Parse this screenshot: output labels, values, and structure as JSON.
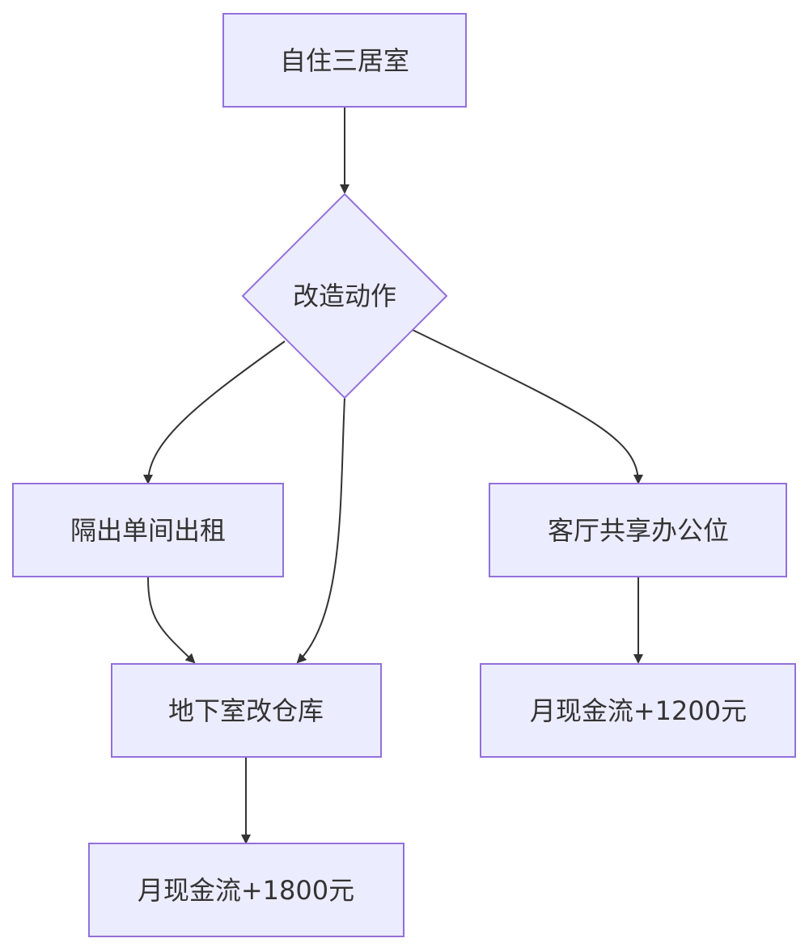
{
  "diagram": {
    "type": "flowchart",
    "colors": {
      "node_fill": "#ececff",
      "node_stroke": "#9370db",
      "edge": "#333333",
      "text": "#333333"
    },
    "nodes": {
      "start": {
        "label": "自住三居室",
        "shape": "rectangle"
      },
      "decision": {
        "label": "改造动作",
        "shape": "diamond"
      },
      "sublet": {
        "label": "隔出单间出租",
        "shape": "rectangle"
      },
      "cowork": {
        "label": "客厅共享办公位",
        "shape": "rectangle"
      },
      "storage": {
        "label": "地下室改仓库",
        "shape": "rectangle"
      },
      "cash1200": {
        "label": "月现金流+1200元",
        "shape": "rectangle"
      },
      "cash1800": {
        "label": "月现金流+1800元",
        "shape": "rectangle"
      }
    },
    "edges": [
      {
        "from": "start",
        "to": "decision"
      },
      {
        "from": "decision",
        "to": "sublet"
      },
      {
        "from": "decision",
        "to": "storage"
      },
      {
        "from": "decision",
        "to": "cowork"
      },
      {
        "from": "sublet",
        "to": "storage"
      },
      {
        "from": "cowork",
        "to": "cash1200"
      },
      {
        "from": "storage",
        "to": "cash1800"
      }
    ]
  }
}
